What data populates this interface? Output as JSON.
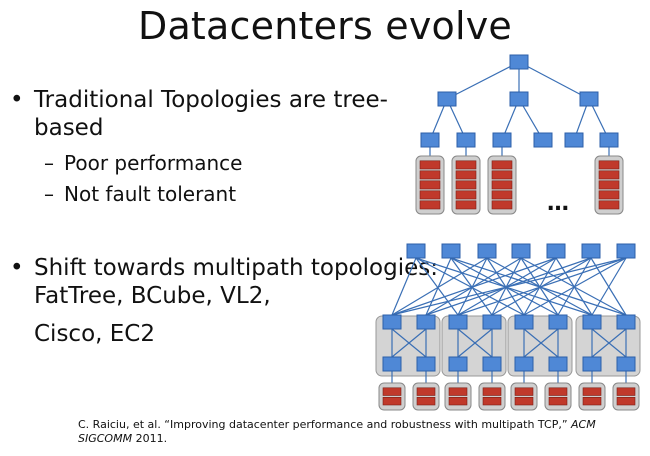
{
  "slide": {
    "title": "Datacenters evolve",
    "bullet1": {
      "line1": "Traditional Topologies are tree-",
      "line2": "based",
      "sub1": "Poor performance",
      "sub2": "Not fault tolerant"
    },
    "bullet2": {
      "line1": "Shift towards multipath topologies:",
      "line2": "FatTree, BCube, VL2,",
      "line3": "Cisco, EC2"
    },
    "tree_ellipsis": "…",
    "citation": {
      "authors": "C. Raiciu, et al. “Improving datacenter performance and robustness with multipath TCP,”",
      "venue1": "ACM",
      "venue2": "SIGCOMM",
      "year": "2011."
    }
  },
  "colors": {
    "switch_fill": "#4f88d6",
    "switch_stroke": "#2d5fa8",
    "server_fill": "#c0392b",
    "rack_fill": "#cfcfcf",
    "pod_fill": "#d4d4d4",
    "link": "#3a6fb5"
  }
}
